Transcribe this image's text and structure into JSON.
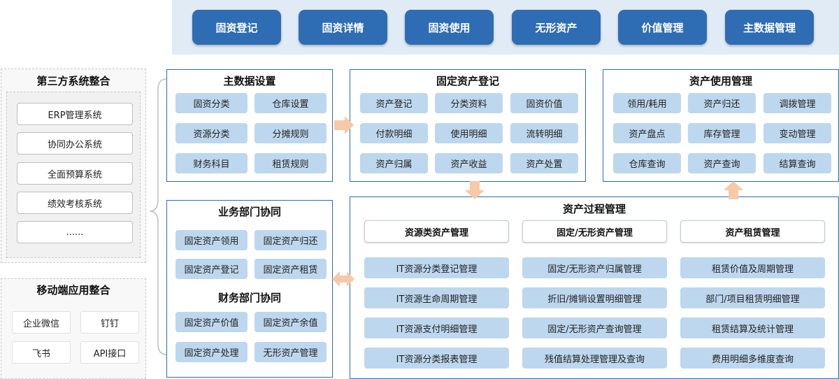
{
  "top_nav": [
    "固资登记",
    "固资详情",
    "固资使用",
    "无形资产",
    "价值管理",
    "主数据管理"
  ],
  "third_party": {
    "title": "第三方系统整合",
    "items": [
      "ERP管理系统",
      "协同办公系统",
      "全面预算系统",
      "绩效考核系统",
      "......"
    ]
  },
  "mobile": {
    "title": "移动端应用整合",
    "items": [
      "企业微信",
      "钉钉",
      "飞书",
      "API接口"
    ]
  },
  "master_data": {
    "title": "主数据设置",
    "items": [
      "固资分类",
      "仓库设置",
      "资源分类",
      "分摊规则",
      "财务科目",
      "租赁规则"
    ]
  },
  "fixed_asset_reg": {
    "title": "固定资产登记",
    "items": [
      "资产登记",
      "分类资料",
      "固资价值",
      "付款明细",
      "使用明细",
      "流转明细",
      "资产归属",
      "资产收益",
      "资产处置"
    ]
  },
  "asset_usage": {
    "title": "资产使用管理",
    "items": [
      "领用/耗用",
      "资产归还",
      "调拨管理",
      "资产盘点",
      "库存管理",
      "变动管理",
      "仓库查询",
      "资产查询",
      "结算查询"
    ]
  },
  "business_dept": {
    "title": "业务部门协同",
    "items": [
      "固定资产领用",
      "固定资产归还",
      "固定资产登记",
      "固定资产租赁"
    ]
  },
  "finance_dept": {
    "title": "财务部门协同",
    "items": [
      "固定资产价值",
      "固定资产余值",
      "固定资产处理",
      "无形资产管理"
    ]
  },
  "process_mgmt": {
    "title": "资产过程管理",
    "columns": [
      {
        "header": "资源类资产管理",
        "items": [
          "IT资源分类登记管理",
          "IT资源生命周期管理",
          "IT资源支付明细管理",
          "IT资源分类报表管理"
        ]
      },
      {
        "header": "固定/无形资产管理",
        "items": [
          "固定/无形资产归属管理",
          "折旧/摊销设置明细管理",
          "固定/无形资产查询管理",
          "残值结算处理管理及查询"
        ]
      },
      {
        "header": "资产租赁管理",
        "items": [
          "租赁价值及周期管理",
          "部门/项目租赁明细管理",
          "租赁结算及统计管理",
          "费用明细多维度查询"
        ]
      }
    ]
  },
  "colors": {
    "primary": "#2e6db4",
    "cell": "#bdd7ee",
    "topbar": "#e1ebf6",
    "arrow": "#f8c9a8"
  }
}
